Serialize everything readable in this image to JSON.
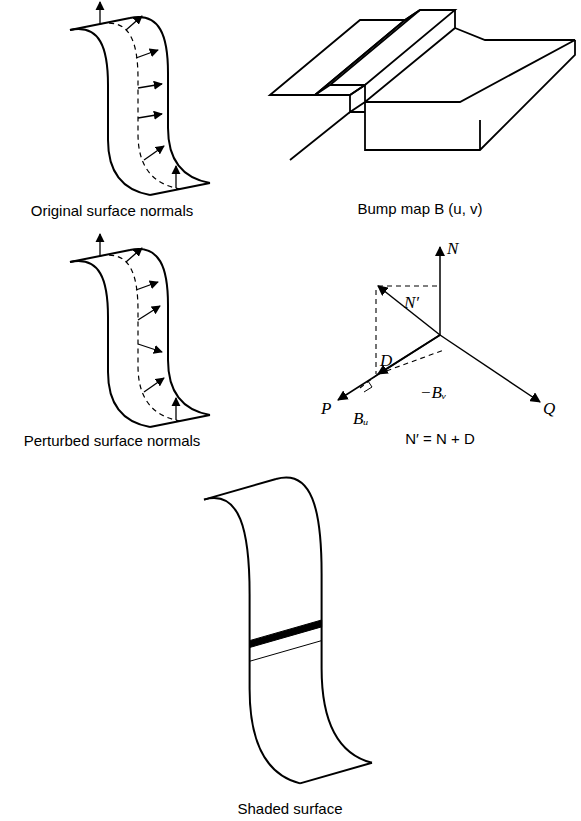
{
  "diagram": {
    "labels": [
      "Original surface normals",
      "Bump map B (u, v)",
      "Perturbed surface normals",
      "N",
      "N′",
      "D",
      "P",
      "Bᵤ",
      "−Bᵥ",
      "Q",
      "N′ = N + D",
      "Shaded surface"
    ]
  }
}
